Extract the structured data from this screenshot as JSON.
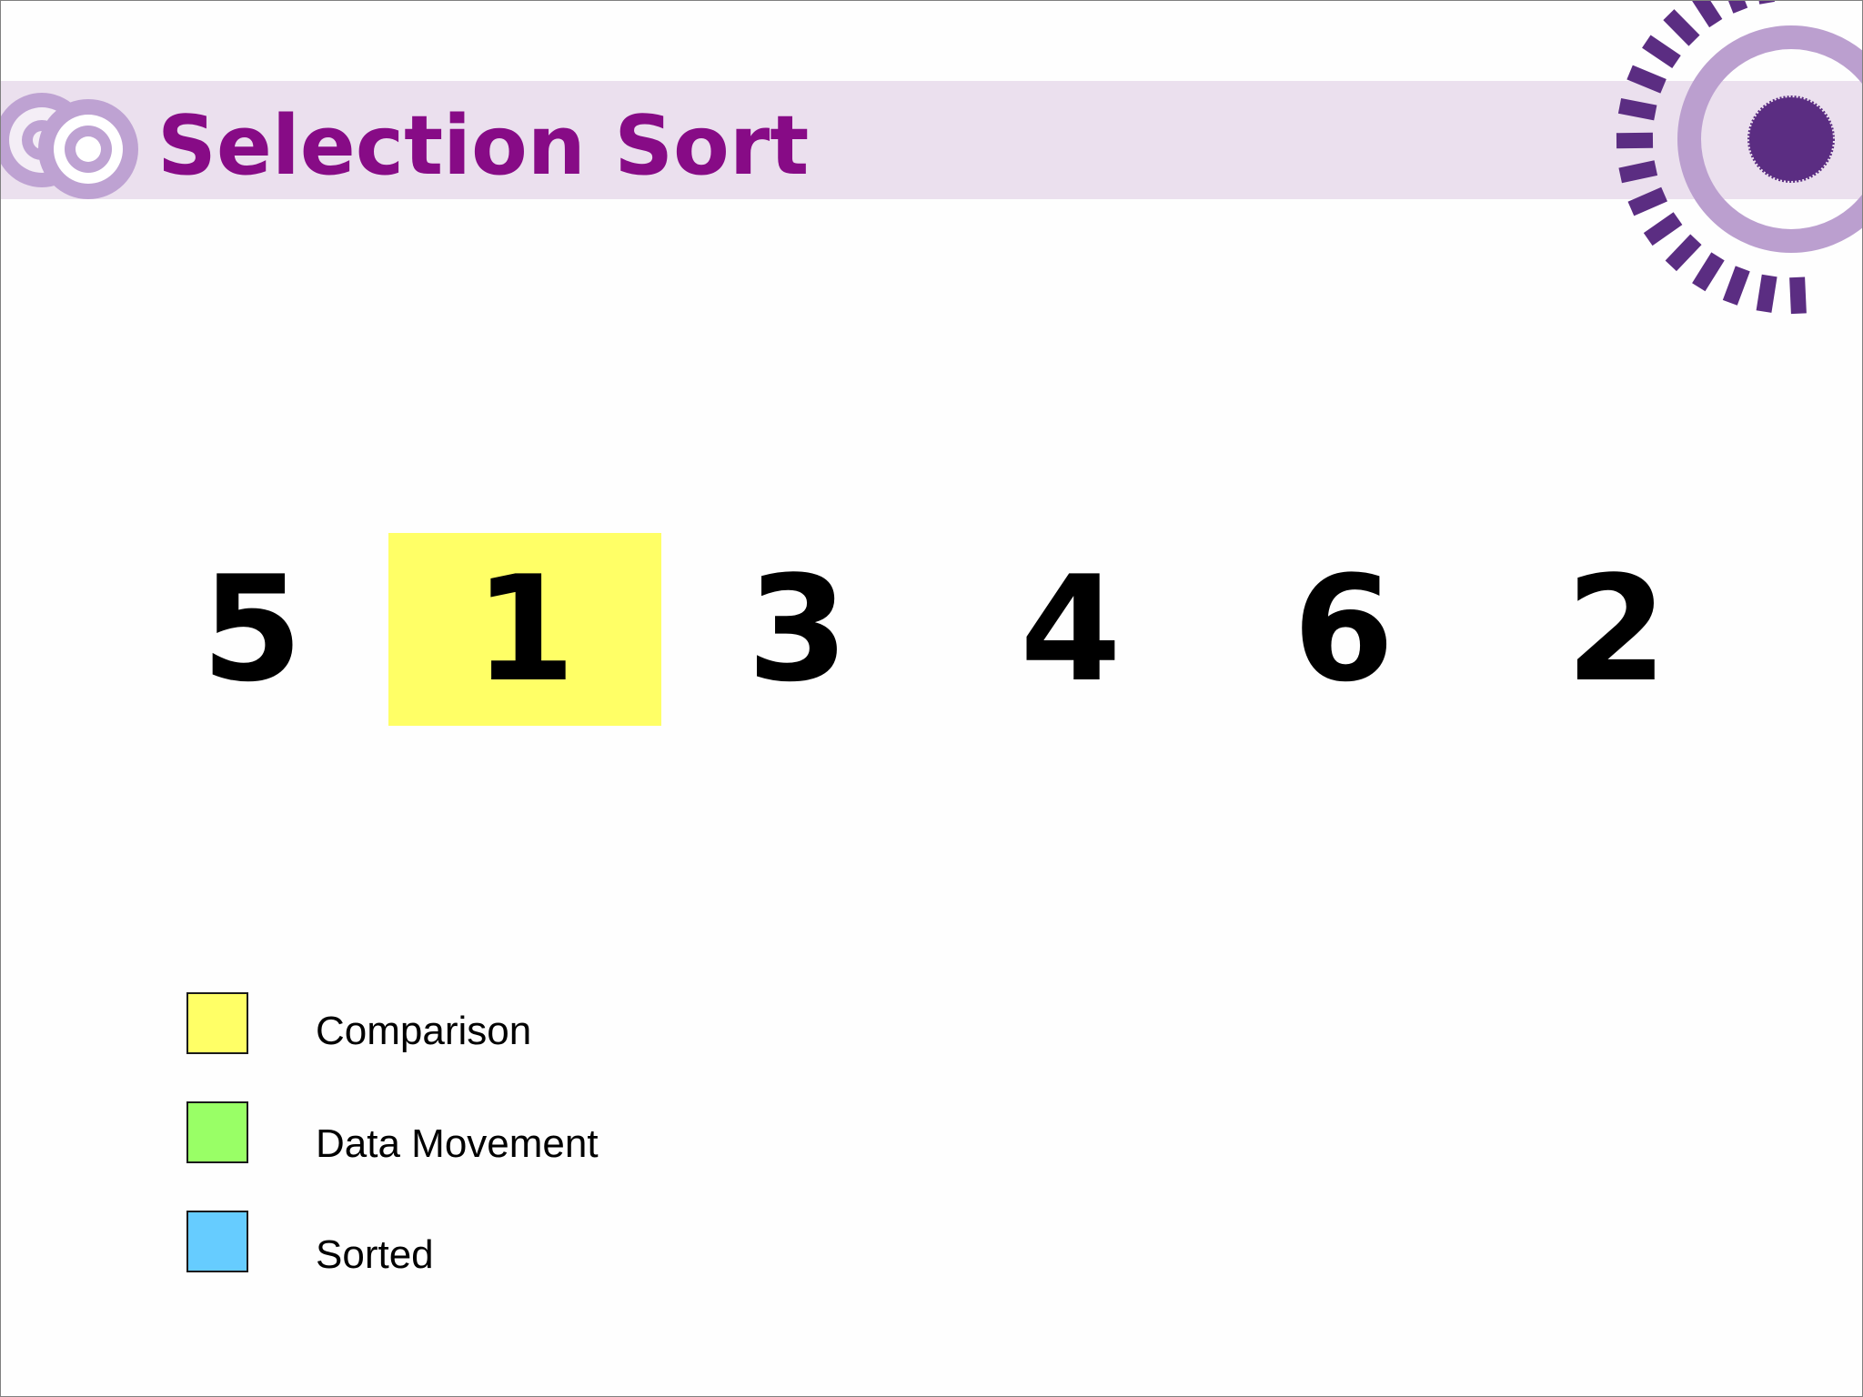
{
  "slide": {
    "title": "Selection Sort",
    "colors": {
      "title": "#870b86",
      "title_band": "#ebe0ee",
      "deco_dark": "#5b2d82",
      "deco_light": "#bb9fcf"
    }
  },
  "array": {
    "values": [
      "5",
      "1",
      "3",
      "4",
      "6",
      "2"
    ],
    "highlighted_index": 1,
    "highlight_state": "Comparison"
  },
  "legend": [
    {
      "label": "Comparison",
      "color": "#ffff66"
    },
    {
      "label": "Data Movement",
      "color": "#99ff66"
    },
    {
      "label": "Sorted",
      "color": "#66ccff"
    }
  ]
}
